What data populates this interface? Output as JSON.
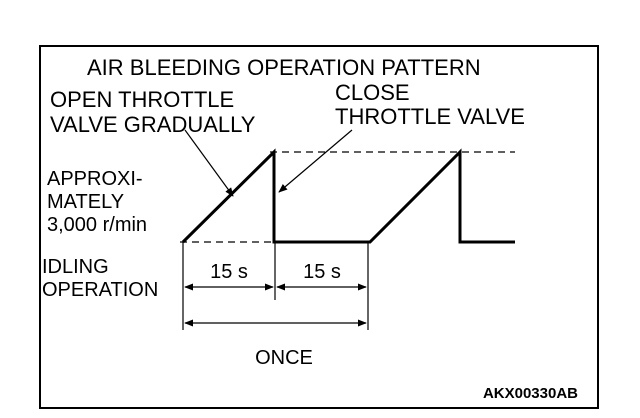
{
  "diagram": {
    "title": "AIR BLEEDING OPERATION PATTERN",
    "open_label": [
      "OPEN THROTTLE",
      "VALVE GRADUALLY"
    ],
    "close_label": [
      "CLOSE",
      "THROTTLE VALVE"
    ],
    "high_label": [
      "APPROXI-",
      "MATELY",
      "3,000 r/min"
    ],
    "low_label": [
      "IDLING",
      "OPERATION"
    ],
    "interval_1": "15 s",
    "interval_2": "15 s",
    "cycle_label": "ONCE",
    "figure_code": "AKX00330AB"
  }
}
